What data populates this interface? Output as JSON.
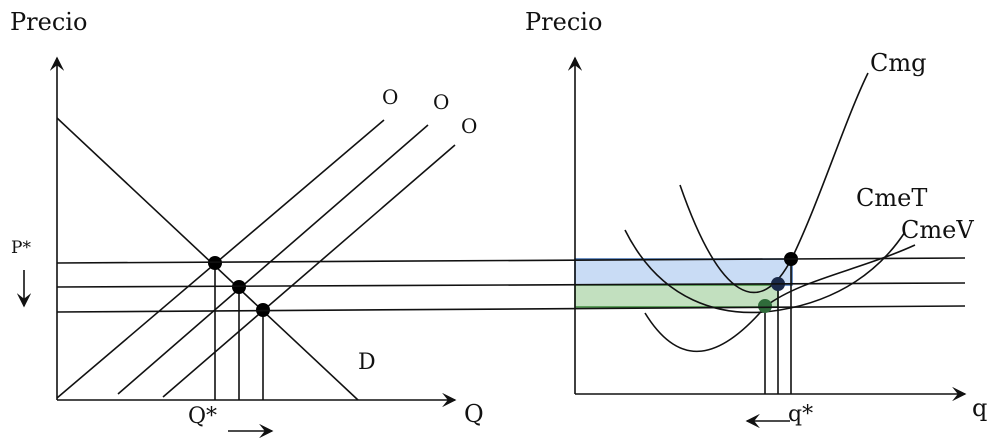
{
  "left_panel": {
    "y_axis_label": "Precio",
    "x_axis_label": "Q",
    "supply_labels": [
      "O",
      "O",
      "O"
    ],
    "demand_label": "D",
    "price_label": "P*",
    "quantity_label": "Q*"
  },
  "right_panel": {
    "y_axis_label": "Precio",
    "x_axis_label": "q",
    "curve_labels": {
      "marginal_cost": "Cmg",
      "average_total_cost": "CmeT",
      "average_variable_cost": "CmeV"
    },
    "quantity_label": "q*"
  },
  "colors": {
    "ink": "#111111",
    "profit_area_fill": "#c9dcf5",
    "profit_area_stroke": "#3e6fb0",
    "cost_area_fill": "#c2e0bf",
    "cost_area_stroke": "#3c8a3c",
    "dot_black": "#000000",
    "dot_navy": "#1b2a4a",
    "dot_green": "#2f6b3a"
  }
}
